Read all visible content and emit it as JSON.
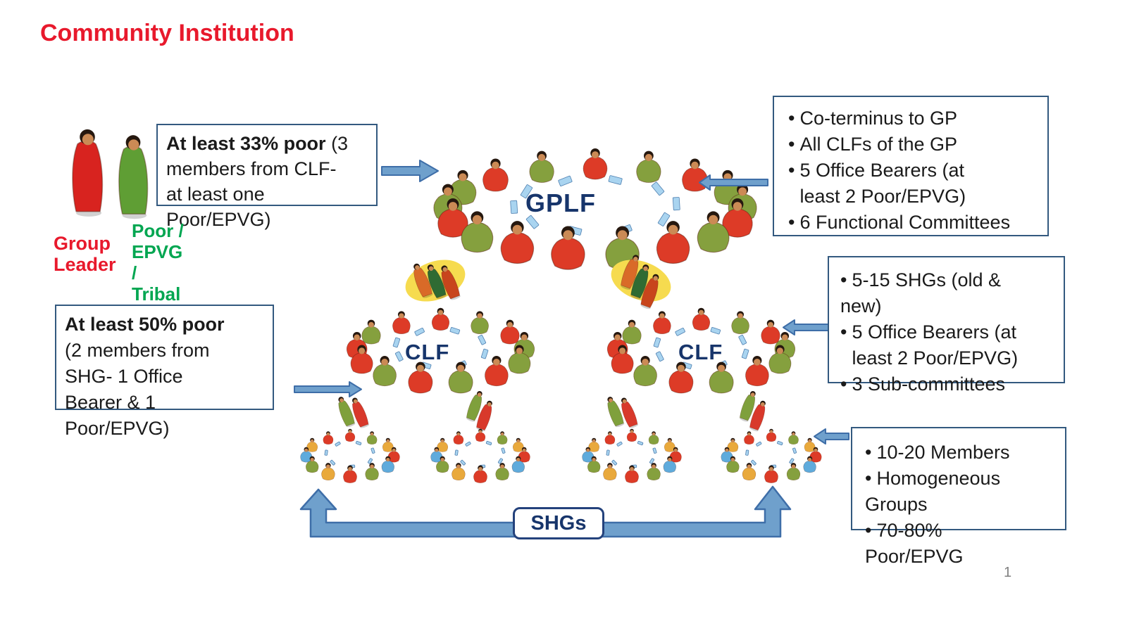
{
  "slide": {
    "title": "Community Institution",
    "page_number": "1"
  },
  "ui": {
    "bullet": "•"
  },
  "legend": {
    "group_leader_label": "Group\nLeader",
    "poor_epvg_label": "Poor /\nEPVG\n/\nTribal"
  },
  "callouts": {
    "gplf_membership_bold": "At least 33% poor",
    "gplf_membership_rest": " (3\nmembers from CLF-\nat least one\nPoor/EPVG)",
    "clf_membership_bold": "At least 50% poor",
    "clf_membership_rest": "\n(2 members from\nSHG- 1 Office\nBearer & 1\nPoor/EPVG)",
    "gplf_features": [
      "Co-terminus to GP",
      "All CLFs of the GP",
      "5 Office Bearers (at\nleast 2 Poor/EPVG)",
      "6 Functional Committees"
    ],
    "clf_features": [
      "5-15 SHGs (old &\nnew)",
      "5 Office Bearers (at\nleast 2 Poor/EPVG)",
      "3 Sub-committees"
    ],
    "shg_features": [
      "10-20 Members",
      "Homogeneous\nGroups",
      "70-80%\nPoor/EPVG"
    ]
  },
  "diagram": {
    "gplf_label": "GPLF",
    "clf_left_label": "CLF",
    "clf_right_label": "CLF",
    "shgs_label": "SHGs"
  },
  "colors": {
    "title_red": "#e8192c",
    "poor_green": "#00a651",
    "label_navy": "#17356b",
    "arrow_blue": "#6fa0cc",
    "arrow_border": "#3e6ea8",
    "box_border": "#33597f",
    "page_gray": "#808080"
  }
}
